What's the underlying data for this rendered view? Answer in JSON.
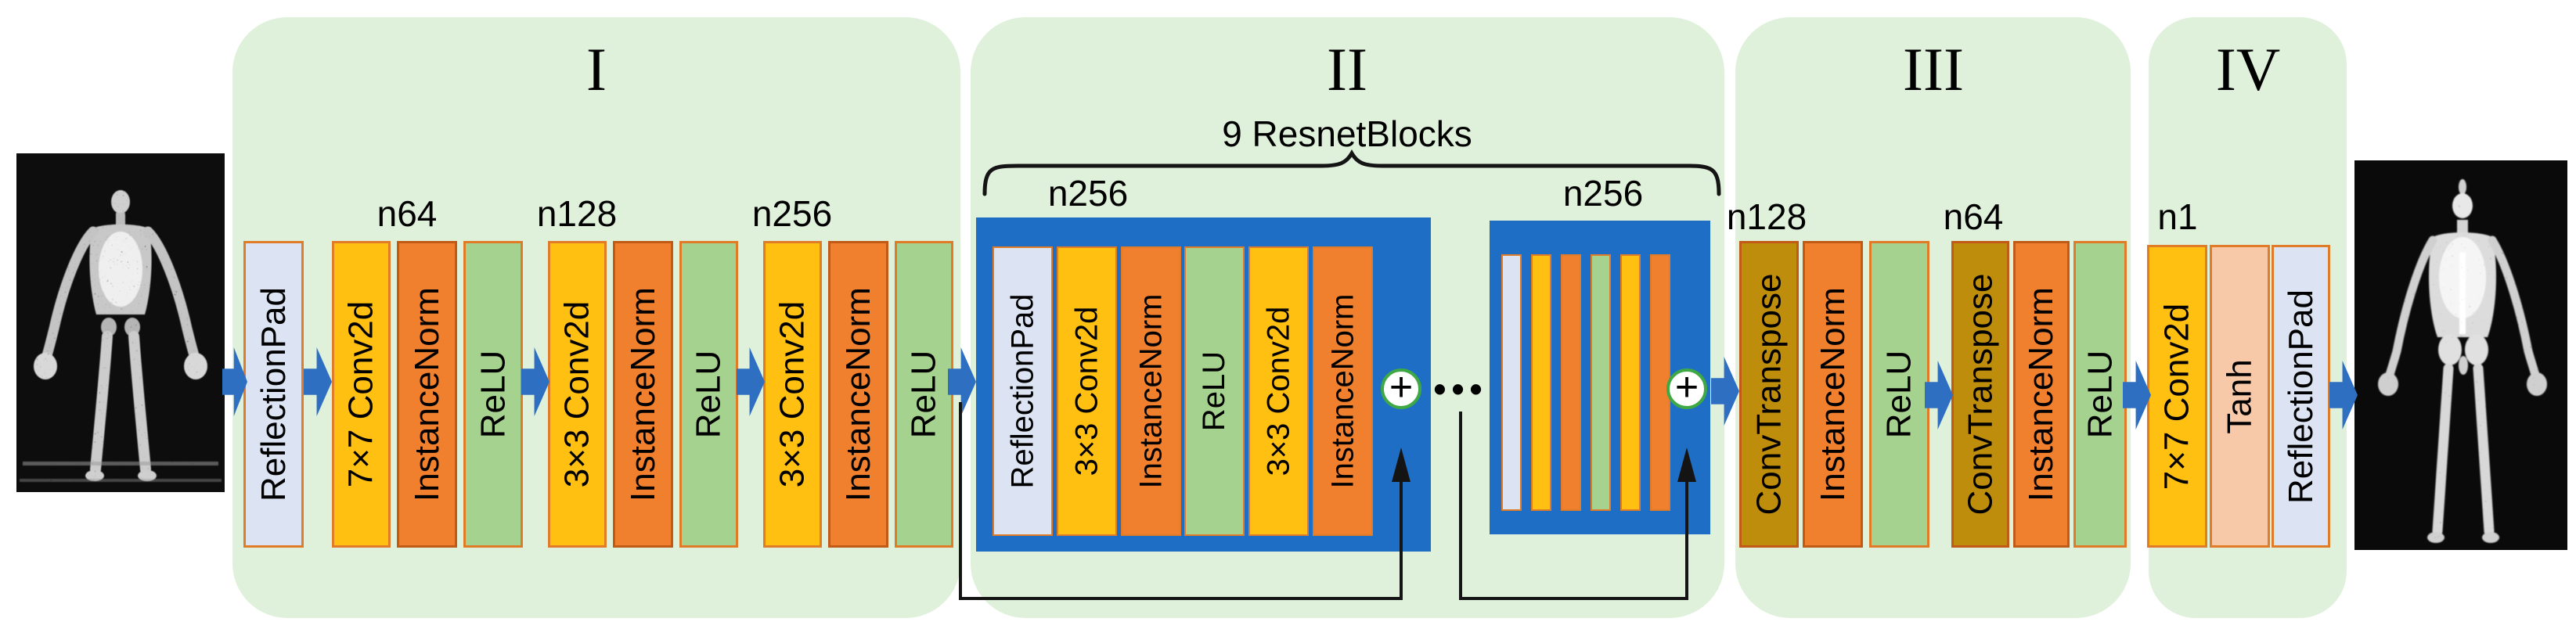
{
  "colors": {
    "panel_green": "#DFF0DB",
    "box_yellow": "#FFC011",
    "box_orange": "#F0802E",
    "box_green": "#A6D28F",
    "box_lavender": "#DCE4F4",
    "box_peach": "#F8C9A9",
    "box_gold": "#BE8D0B",
    "border_orange": "#E07B28",
    "border_deep": "#C05A16",
    "block_blue": "#1F6EC6",
    "arrow_blue": "#2F6FC1",
    "plus_green": "#3EA944",
    "line_black": "#111111"
  },
  "icons": {
    "plus": "+",
    "ellipsis": "•••"
  },
  "sections": {
    "s1": {
      "title": "I",
      "pad": "ReflectionPad",
      "groups": [
        {
          "label": "n64",
          "conv": "7×7 Conv2d",
          "norm": "InstanceNorm",
          "act": "ReLU"
        },
        {
          "label": "n128",
          "conv": "3×3 Conv2d",
          "norm": "InstanceNorm",
          "act": "ReLU"
        },
        {
          "label": "n256",
          "conv": "3×3 Conv2d",
          "norm": "InstanceNorm",
          "act": "ReLU"
        }
      ]
    },
    "s2": {
      "title": "II",
      "subtitle": "9 ResnetBlocks",
      "block1": {
        "label": "n256",
        "layers": [
          "ReflectionPad",
          "3×3 Conv2d",
          "InstanceNorm",
          "ReLU",
          "3×3 Conv2d",
          "InstanceNorm"
        ]
      },
      "block2": {
        "label": "n256"
      }
    },
    "s3": {
      "title": "III",
      "groups": [
        {
          "label": "n128",
          "conv": "ConvTranspose",
          "norm": "InstanceNorm",
          "act": "ReLU"
        },
        {
          "label": "n64",
          "conv": "ConvTranspose",
          "norm": "InstanceNorm",
          "act": "ReLU"
        }
      ]
    },
    "s4": {
      "title": "IV",
      "group": {
        "label": "n1",
        "conv": "7×7 Conv2d",
        "act": "Tanh",
        "pad": "ReflectionPad"
      }
    }
  }
}
